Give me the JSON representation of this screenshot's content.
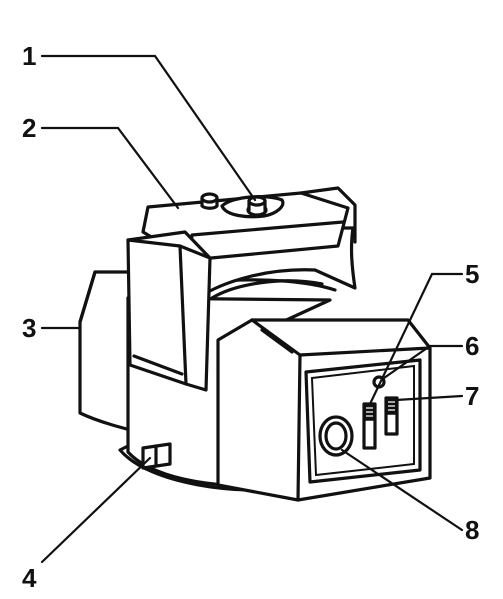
{
  "callouts": {
    "c1": "1",
    "c2": "2",
    "c3": "3",
    "c4": "4",
    "c5": "5",
    "c6": "6",
    "c7": "7",
    "c8": "8"
  },
  "colors": {
    "line": "#111111",
    "background": "#ffffff"
  }
}
